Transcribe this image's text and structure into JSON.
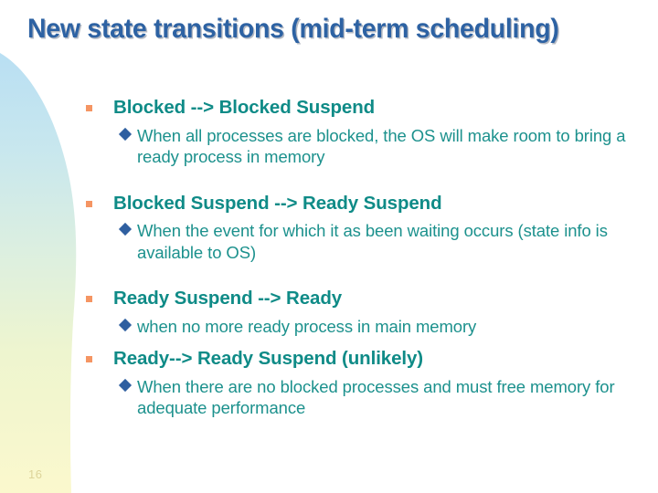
{
  "slide": {
    "title": "New state transitions (mid-term scheduling)",
    "page_number": "16",
    "colors": {
      "title": "#2d62a3",
      "heading": "#0f8b87",
      "body": "#1c918d",
      "square_marker": "#f59563",
      "diamond_marker": "#2f5fa0",
      "background": "#ffffff",
      "shape_top": "#bfe0f2",
      "shape_middle": "#dff0e2",
      "shape_bottom": "#faf7cf",
      "page_number": "#ddd49a"
    },
    "markers": {
      "level1": "square-marker",
      "level2": "diamond-marker"
    },
    "bullets": [
      {
        "heading": "Blocked --> Blocked Suspend",
        "detail": "When all processes are blocked, the OS will make room to bring a ready process in memory"
      },
      {
        "heading": "Blocked Suspend --> Ready Suspend",
        "detail": "When the event for which it as been waiting occurs (state info is available to OS)"
      },
      {
        "heading": "Ready Suspend --> Ready",
        "detail": "when no more ready process in main memory"
      },
      {
        "heading": "Ready--> Ready Suspend (unlikely)",
        "detail": "When there are no blocked processes and must free memory for adequate performance"
      }
    ]
  }
}
